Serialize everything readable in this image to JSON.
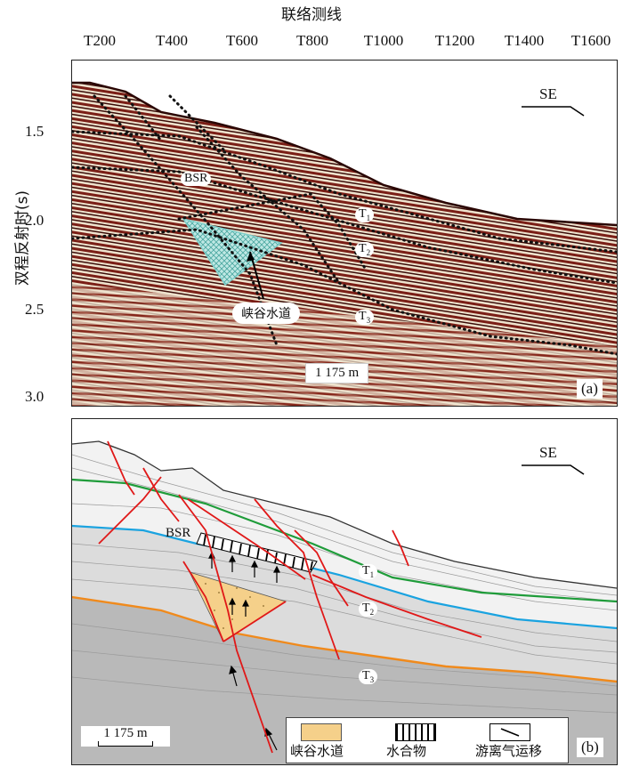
{
  "top_axis": {
    "title": "联络测线",
    "ticks": [
      "T200",
      "T400",
      "T600",
      "T800",
      "T1000",
      "T1200",
      "T1400",
      "T1600"
    ]
  },
  "left_axis": {
    "title": "双程反射时(s)",
    "ticks": [
      "1.5",
      "2.0",
      "2.5",
      "3.0"
    ]
  },
  "panel_a": {
    "direction": "SE",
    "labels": {
      "bsr": "BSR",
      "t1": "T",
      "t1_sub": "1",
      "t2": "T",
      "t2_sub": "2",
      "t3": "T",
      "t3_sub": "3",
      "channel": "峡谷水道"
    },
    "scale": "1 175 m",
    "tag": "(a)"
  },
  "panel_b": {
    "direction": "SE",
    "labels": {
      "bsr": "BSR",
      "t1": "T",
      "t1_sub": "1",
      "t2": "T",
      "t2_sub": "2",
      "t3": "T",
      "t3_sub": "3"
    },
    "scale": "1 175 m",
    "tag": "(b)",
    "legend": [
      "峡谷水道",
      "水合物",
      "游离气运移"
    ]
  },
  "colors": {
    "seismic_dark": "#7a1e16",
    "seismic_light": "#efe4cf",
    "channel_fill": "#f5d08a",
    "t1_line": "#1f9c3a",
    "t2_line": "#1aa3e0",
    "t3_line": "#f08a1c",
    "fault": "#e01818"
  }
}
